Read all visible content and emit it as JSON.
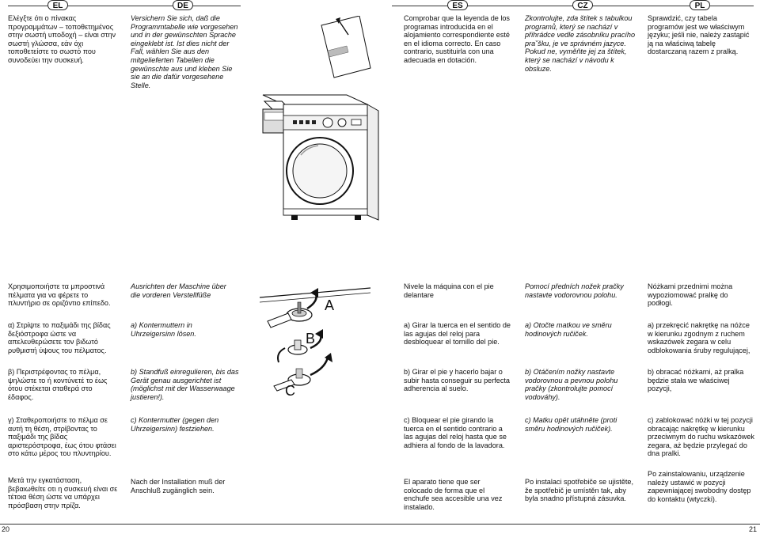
{
  "languages": {
    "el": "EL",
    "de": "DE",
    "es": "ES",
    "cz": "CZ",
    "pl": "PL"
  },
  "top": {
    "el": "Ελέγξτε ότι ο πίνακας προγραμμάτων – τοποθετημένος στην σωστή υποδοχή – είναι στην σωστή γλώσσα, εάν όχι τοποθετείστε το σωστό που συνοδεύει την συσκευή.",
    "de": "Versichern Sie sich, daß die Programmtabelle wie vorgesehen und in der gewünschten Sprache eingeklebt ist. Ist dies nicht der Fall, wählen Sie aus den mitgelieferten Tabellen die gewünschte aus und kleben Sie sie an die dafür vorgesehene Stelle.",
    "es": "Comprobar que la leyenda de los programas introducida en el alojamiento correspondiente esté en el idioma correcto. En caso contrario, sustituirla con una adecuada en dotación.",
    "cz": "Zkontrolujte, zda štítek s tabulkou programů, který se nachází v přihrádce vedle zásobníku pracího pra˘šku, je ve správném jazyce. Pokud ne, vyměňte jej za štítek, který se nachází v návodu k obsluze.",
    "pl": "Sprawdzić, czy tabela programów jest we właściwym języku; jeśli nie, należy zastąpić ją na właściwą tabelę dostarczaną razem z pralką."
  },
  "intro": {
    "el": "Χρησιμοποιήστε τα μπροστινά πέλματα για να φέρετε το πλυντήριο σε οριζόντιο επίπεδο.",
    "de": "Ausrichten der Maschine über die vorderen Verstellfüße",
    "es": "Nivele la máquina con el pie delantare",
    "cz": "Pomocí předních nožek pračky nastavte vodorovnou polohu.",
    "pl": "Nóżkami przednimi można wypoziomować pralkę do podłogi."
  },
  "step_a": {
    "el": "α) Στρίψτε το παξιμάδι της βίδας δεξιόστροφα ώστε να απελευθερώσετε τον βιδωτό ρυθμιστή ύψους του πέλματος.",
    "de": "a) Kontermuttern in Uhrzeigersinn lösen.",
    "es": "a) Girar la tuerca en el sentido de las agujas del reloj para desbloquear el tornillo del pie.",
    "cz": "a) Otočte matkou ve směru hodinových ručiček.",
    "pl": "a) przekręcić nakrętkę na nóżce w kierunku zgodnym z ruchem wskazówek zegara w celu odblokowania śruby regulującej,"
  },
  "step_b": {
    "el": "β) Περιστρέφοντας το πέλμα, ψηλώστε το ή κοντύνετέ το έως ότου στέκεται σταθερά στο έδαφος.",
    "de": "b) Standfuß einregulieren, bis das Gerät genau ausgerichtet ist (möglichst mit der Wasserwaage justieren!).",
    "es": "b) Girar el pie y hacerlo bajar o subir hasta conseguir su perfecta adherencia al suelo.",
    "cz": "b) Otáčením nožky nastavte vodorovnou a pevnou polohu pračky (zkontrolujte pomocí vodováhy).",
    "pl": "b) obracać nóżkami, aż pralka będzie stała we właściwej pozycji,"
  },
  "step_c": {
    "el": "γ) Σταθεροποιήστε το πέλμα σε αυτή τη θέση, στρίβοντας το παξιμάδι της βίδας αριστερόστροφα, έως ότου φτάσει στο κάτω μέρος του πλυντηρίου.",
    "de": "c) Kontermutter (gegen den Uhrzeigersinn) festziehen.",
    "es": "c) Bloquear el pie girando la tuerca en el sentido contrario a las agujas del reloj hasta que se adhiera al fondo de la lavadora.",
    "cz": "c) Matku opět utáhněte (proti směru hodinových ručiček).",
    "pl": "c) zablokować nóżki w tej pozycji obracając nakrętkę w kierunku przeciwnym do ruchu wskazówek zegara, aż będzie przylegać do dna pralki."
  },
  "final": {
    "el": "Μετά την εγκατάσταση, βεβαιωθείτε οτι η συσκευή είναι σε τέτοια θέση ώστε να υπάρχει πρόσβαση στην πρίζα.",
    "de": "Nach der Installation muß der Anschluß zugänglich sein.",
    "es": "El aparato tiene que ser colocado de forma que el enchufe sea accesible una vez instalado.",
    "cz": "Po instalaci spotřebiče se ujistěte, že spotřebič je umístěn tak, aby byla snadno přístupná zásuvka.",
    "pl": "Po zainstalowaniu, urządzenie należy ustawić w pozycji zapewniającej swobodny dostęp do kontaktu (wtyczki)."
  },
  "figure_labels": {
    "a": "A",
    "b": "B",
    "c": "C"
  },
  "page_numbers": {
    "left": "20",
    "right": "21"
  }
}
